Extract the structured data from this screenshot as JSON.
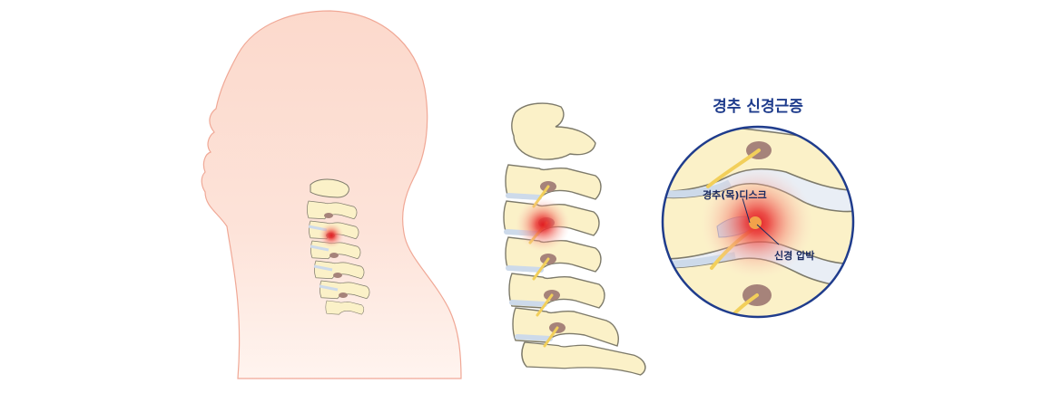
{
  "zoom": {
    "title": "경추 신경근증",
    "disc_label": "경추(목)디스크",
    "nerve_label": "신경 압박"
  },
  "colors": {
    "skin": "#fcd9cc",
    "skin_outline": "#f0a896",
    "bone": "#fbf1c8",
    "bone_outline": "#7d7a6a",
    "nerve": "#f2cf5a",
    "canal": "#a6837a",
    "disc": "#cddaea",
    "pain": "#e8262a",
    "lens_border": "#1f3c8c"
  },
  "icons": [
    "head-silhouette",
    "spine",
    "pain-glow",
    "magnifier-circle"
  ]
}
